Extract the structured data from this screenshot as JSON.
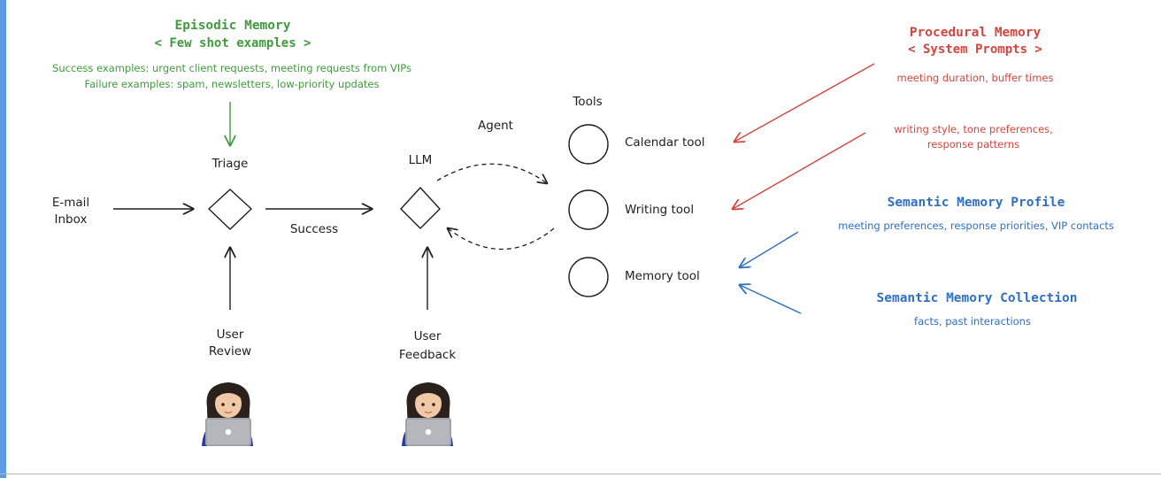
{
  "episodic": {
    "title": "Episodic Memory",
    "subtitle": "< Few shot examples >",
    "line1": "Success examples: urgent client requests, meeting requests from VIPs",
    "line2": "Failure examples: spam, newsletters, low-priority updates"
  },
  "procedural": {
    "title": "Procedural Memory",
    "subtitle": "< System Prompts >",
    "note1": "meeting duration, buffer times",
    "note2_line1": "writing style, tone preferences,",
    "note2_line2": "response patterns"
  },
  "semantic_profile": {
    "title": "Semantic Memory Profile",
    "note": "meeting preferences, response priorities, VIP contacts"
  },
  "semantic_collection": {
    "title": "Semantic Memory Collection",
    "note": "facts, past interactions"
  },
  "inbox": {
    "line1": "E-mail",
    "line2": "Inbox"
  },
  "triage": {
    "label": "Triage"
  },
  "success": {
    "label": "Success"
  },
  "llm": {
    "label": "LLM"
  },
  "agent": {
    "label": "Agent"
  },
  "tools": {
    "heading": "Tools",
    "calendar": "Calendar tool",
    "writing": "Writing tool",
    "memory": "Memory tool"
  },
  "user_review": {
    "line1": "User",
    "line2": "Review"
  },
  "user_feedback": {
    "line1": "User",
    "line2": "Feedback"
  },
  "avatars": {
    "reviewer_icon": "person-with-laptop-icon",
    "feedback_icon": "person-with-laptop-icon"
  },
  "colors": {
    "episodic": "#3f9b3c",
    "procedural": "#d4453f",
    "semantic": "#2f6fc4",
    "ink": "#1e1e1e",
    "frame_bar": "#5e9be6"
  }
}
